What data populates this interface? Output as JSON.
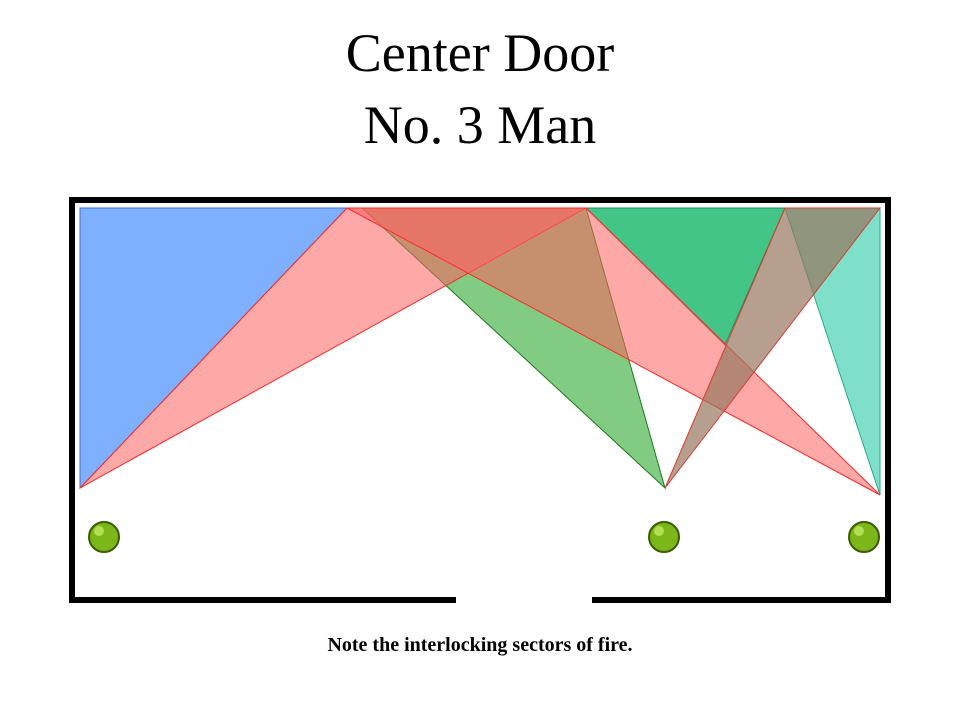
{
  "title": {
    "line1": "Center Door",
    "line2": "No. 3 Man"
  },
  "caption": "Note the interlocking sectors of fire.",
  "colors": {
    "wall": "#000000",
    "sector_blue": "#7fb0ff",
    "sector_red": "#ff7f7f",
    "sector_green": "#2ea82e",
    "sector_teal": "#5fd8bd",
    "sector_emerald": "#2fbf7a",
    "person_fill": "#7cb71a",
    "person_stroke": "#3a5a06"
  }
}
